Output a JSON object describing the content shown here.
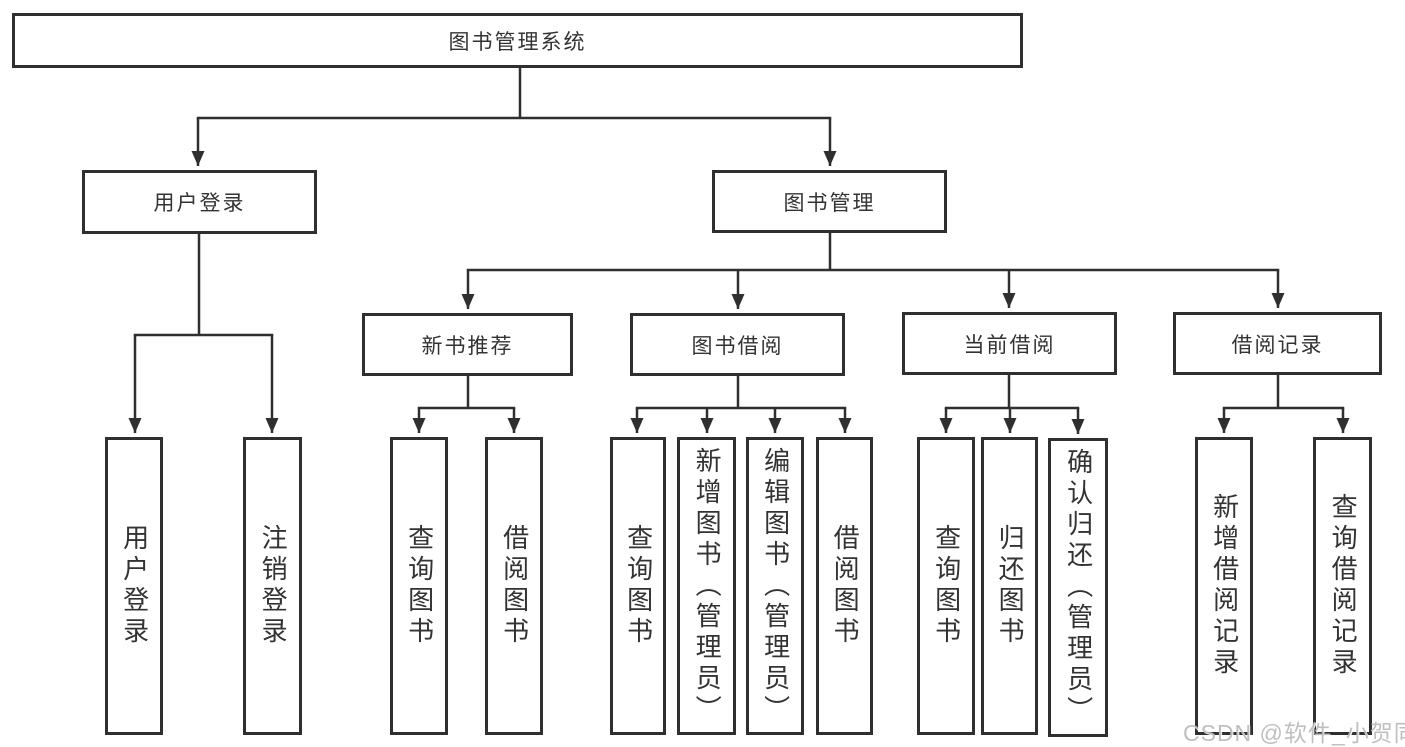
{
  "diagram_title": "图书管理系统",
  "nodes": {
    "root": "图书管理系统",
    "l2": [
      "用户登录",
      "图书管理"
    ],
    "l3": [
      "新书推荐",
      "图书借阅",
      "当前借阅",
      "借阅记录"
    ],
    "leaves": {
      "user": [
        "用户登录",
        "注销登录"
      ],
      "recommend": [
        "查询图书",
        "借阅图书"
      ],
      "borrow": [
        "查询图书",
        "新增图书（管理员）",
        "编辑图书（管理员）",
        "借阅图书"
      ],
      "current": [
        "查询图书",
        "归还图书",
        "确认归还（管理员）"
      ],
      "records": [
        "新增借阅记录",
        "查询借阅记录"
      ]
    }
  },
  "watermark": "CSDN @软件_小贺同学",
  "colors": {
    "line": "#2f2f2f",
    "text": "#333333",
    "background": "#ffffff",
    "watermark": "#bcbcbc"
  }
}
